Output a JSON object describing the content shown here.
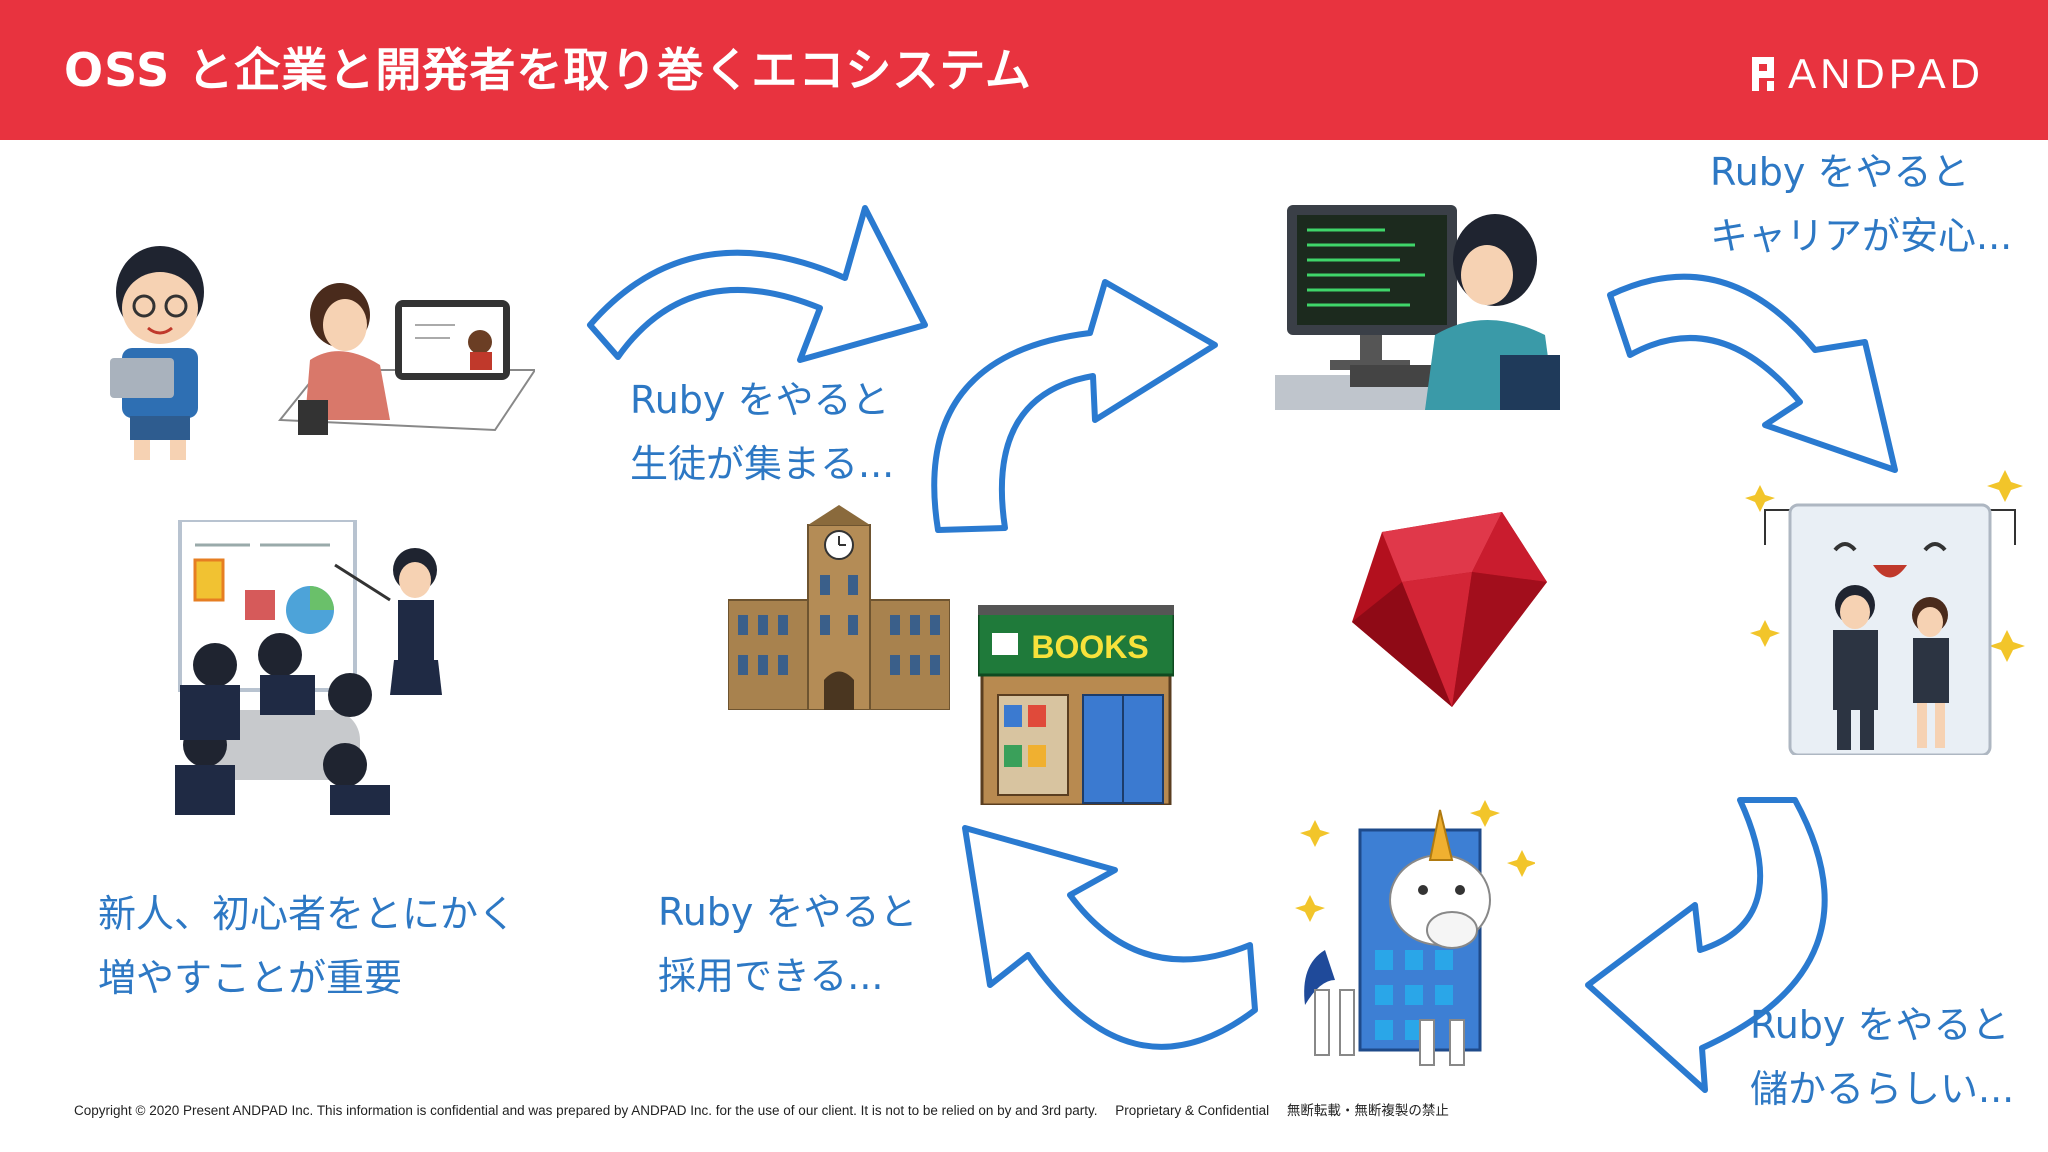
{
  "slide": {
    "title": "OSS と企業と開発者を取り巻くエコシステム",
    "brand": "ANDPAD",
    "accent_color": "#e8333f",
    "caption_color": "#2d78c4"
  },
  "captions": {
    "students": [
      "Ruby をやると",
      "生徒が集まる..."
    ],
    "career": [
      "Ruby をやると",
      "キャリアが安心..."
    ],
    "profit": [
      "Ruby をやると",
      "儲かるらしい..."
    ],
    "hiring": [
      "Ruby をやると",
      "採用できる..."
    ],
    "beginners": [
      "新人、初心者をとにかく",
      "増やすことが重要"
    ]
  },
  "illustrations": {
    "bookstore_sign": "BOOKS"
  },
  "footer": {
    "copyright": "Copyright © 2020 Present ANDPAD Inc. This information is confidential and was prepared by ANDPAD Inc. for the use of our client. It is not to be relied on by and 3rd party.",
    "proprietary": "Proprietary & Confidential",
    "notice": "無断転載・無断複製の禁止"
  }
}
